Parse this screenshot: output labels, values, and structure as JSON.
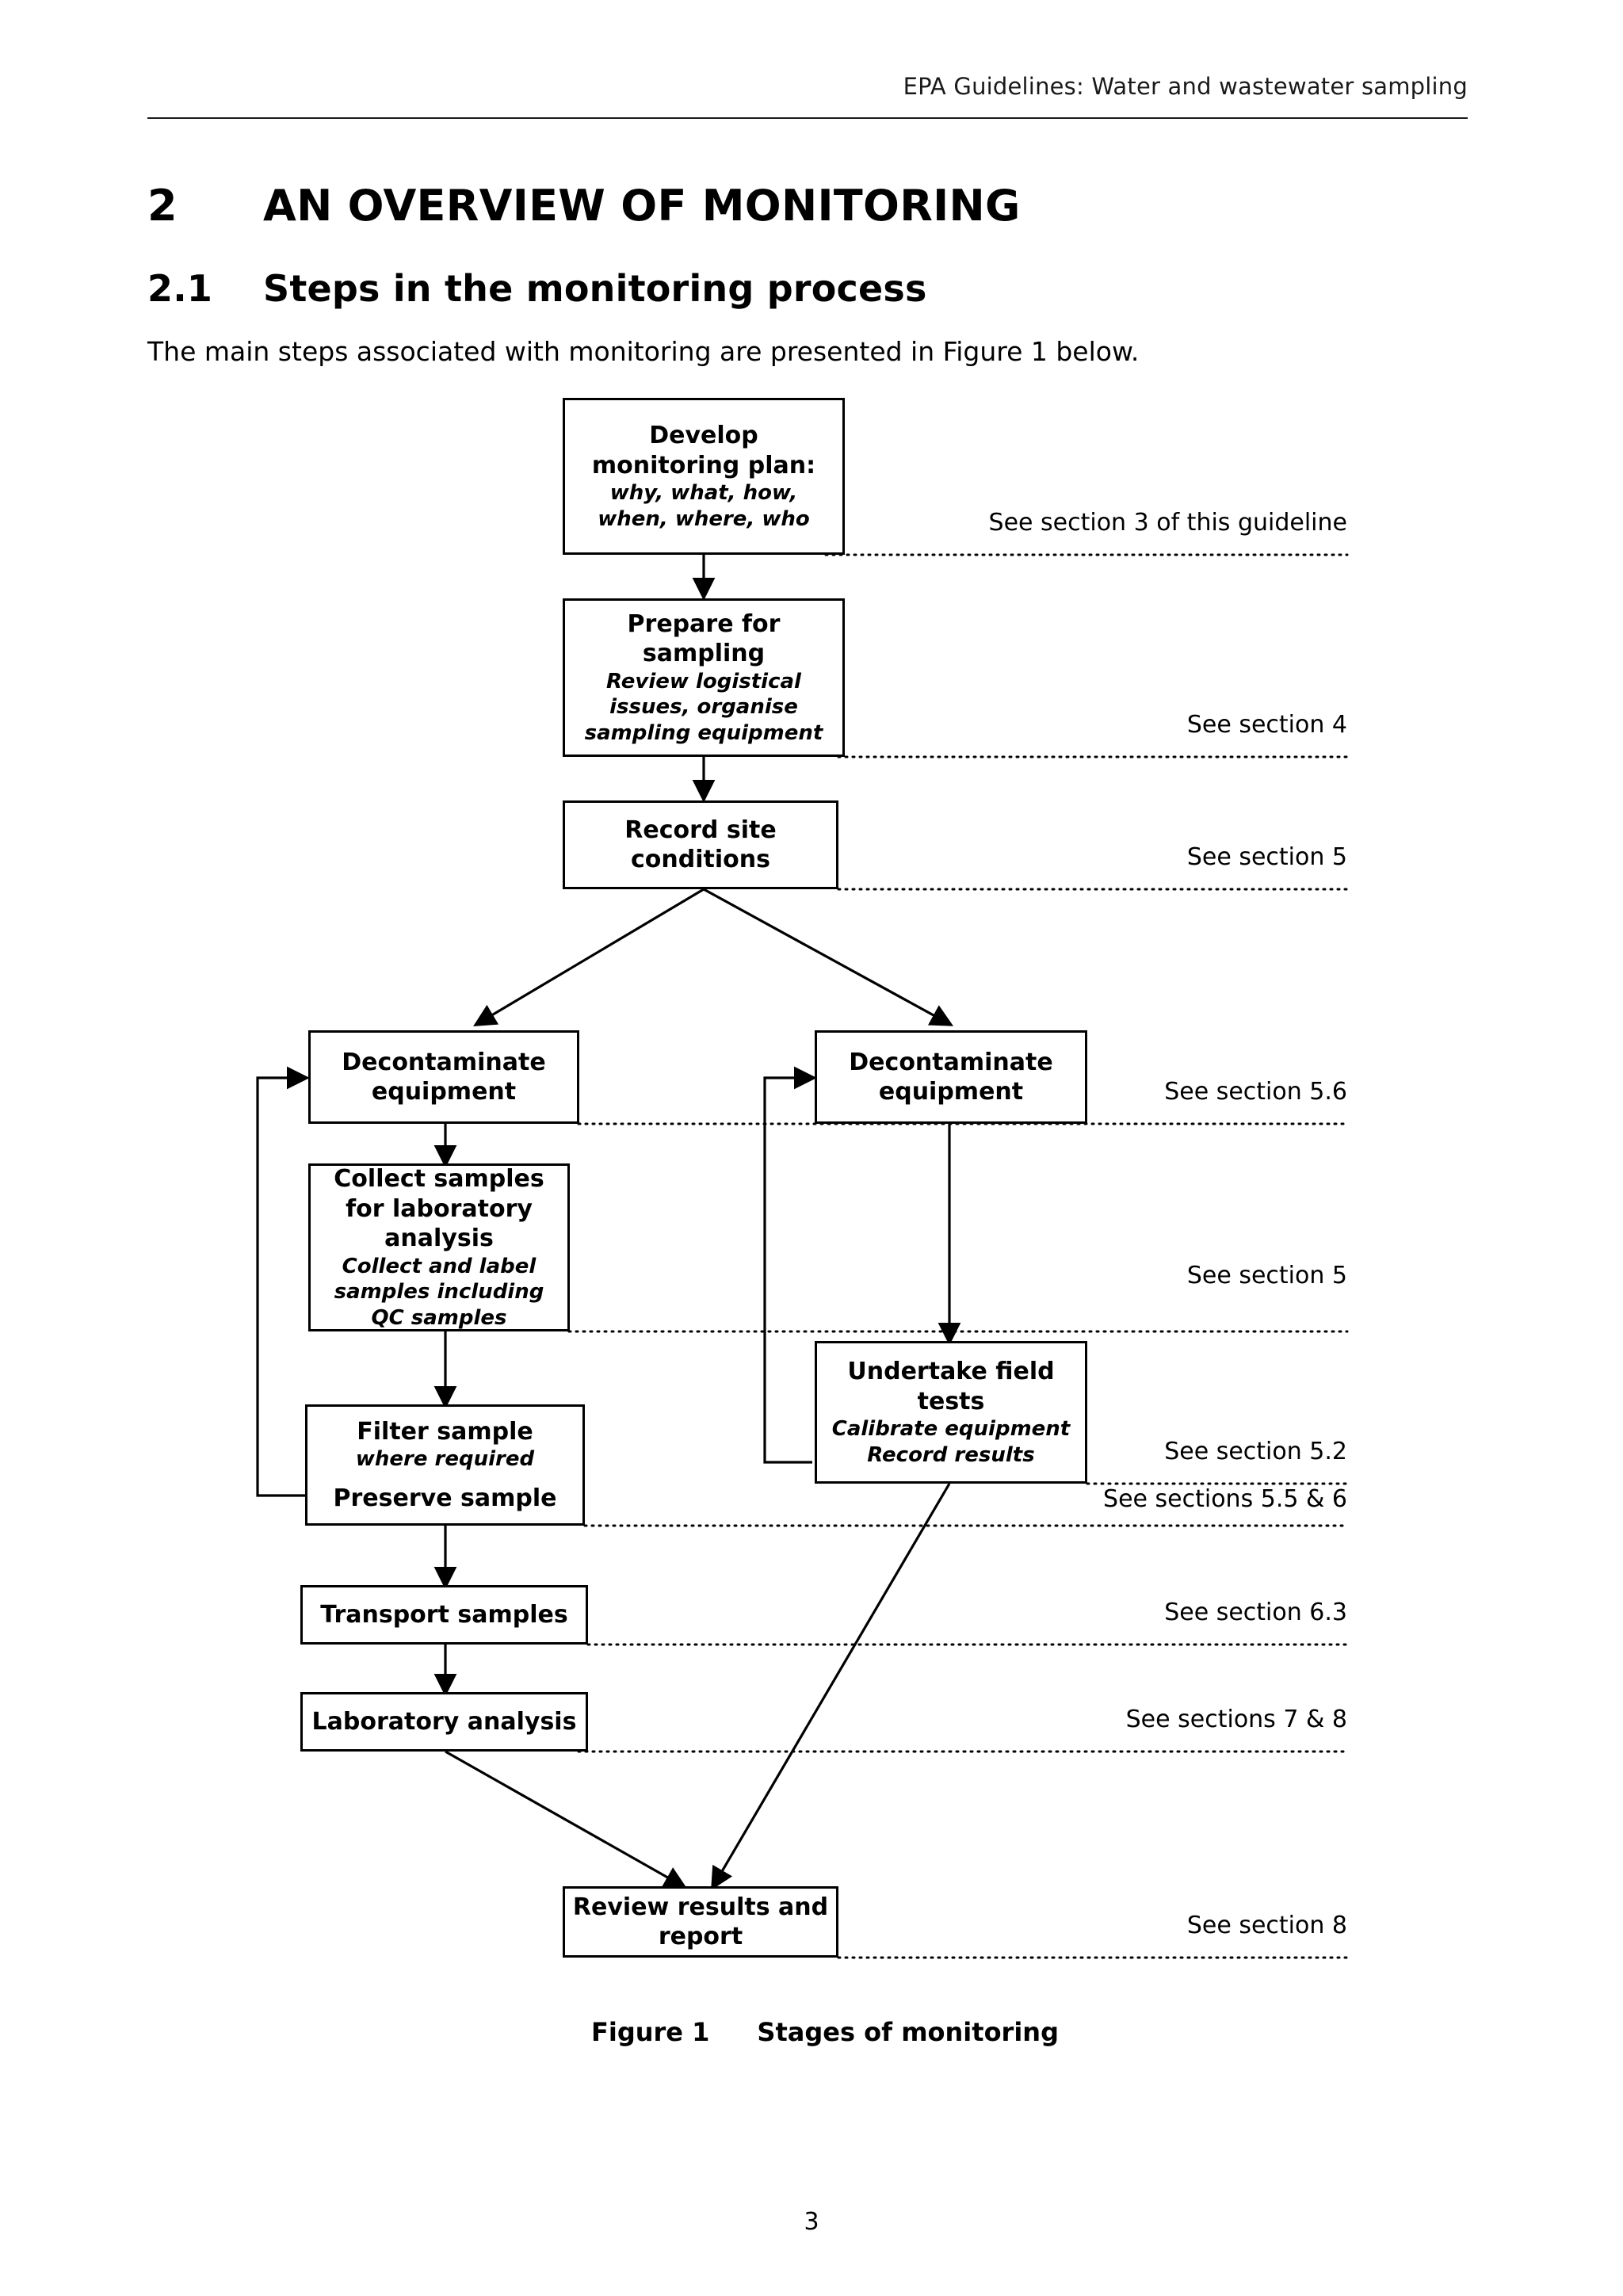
{
  "header": {
    "running_head": "EPA Guidelines: Water and wastewater sampling"
  },
  "headings": {
    "chapter_number": "2",
    "chapter_title": "AN OVERVIEW OF MONITORING",
    "section_number": "2.1",
    "section_title": "Steps in the monitoring process"
  },
  "intro_paragraph": "The main steps associated with monitoring are presented in Figure 1 below.",
  "flowchart": {
    "nodes": [
      {
        "id": "develop-plan",
        "title": "Develop monitoring plan:",
        "sub": "why, what, how, when, where, who"
      },
      {
        "id": "prepare-sampling",
        "title": "Prepare for sampling",
        "sub": "Review logistical issues, organise sampling equipment"
      },
      {
        "id": "record-site",
        "title": "Record site conditions",
        "sub": ""
      },
      {
        "id": "decontaminate-left",
        "title": "Decontaminate equipment",
        "sub": ""
      },
      {
        "id": "decontaminate-right",
        "title": "Decontaminate equipment",
        "sub": ""
      },
      {
        "id": "collect-samples",
        "title": "Collect samples for laboratory analysis",
        "sub": "Collect and label samples including QC samples"
      },
      {
        "id": "field-tests",
        "title": "Undertake field tests",
        "sub": "Calibrate equipment Record results"
      },
      {
        "id": "filter-sample",
        "title": "Filter sample",
        "sub": "where required",
        "title2": "Preserve sample"
      },
      {
        "id": "transport-samples",
        "title": "Transport samples",
        "sub": ""
      },
      {
        "id": "laboratory-analysis",
        "title": "Laboratory analysis",
        "sub": ""
      },
      {
        "id": "review-results",
        "title": "Review results and report",
        "sub": ""
      }
    ],
    "notes": [
      {
        "id": "note-3",
        "text": "See section 3 of this guideline"
      },
      {
        "id": "note-4",
        "text": "See section 4"
      },
      {
        "id": "note-5a",
        "text": "See section 5"
      },
      {
        "id": "note-56",
        "text": "See section 5.6"
      },
      {
        "id": "note-5b",
        "text": "See section 5"
      },
      {
        "id": "note-52",
        "text": "See section 5.2"
      },
      {
        "id": "note-55-6",
        "text": "See sections 5.5 & 6"
      },
      {
        "id": "note-63",
        "text": "See section 6.3"
      },
      {
        "id": "note-7-8",
        "text": "See sections 7 & 8"
      },
      {
        "id": "note-8",
        "text": "See section 8"
      }
    ]
  },
  "caption": {
    "label": "Figure 1",
    "text": "Stages of monitoring"
  },
  "folio": "3"
}
